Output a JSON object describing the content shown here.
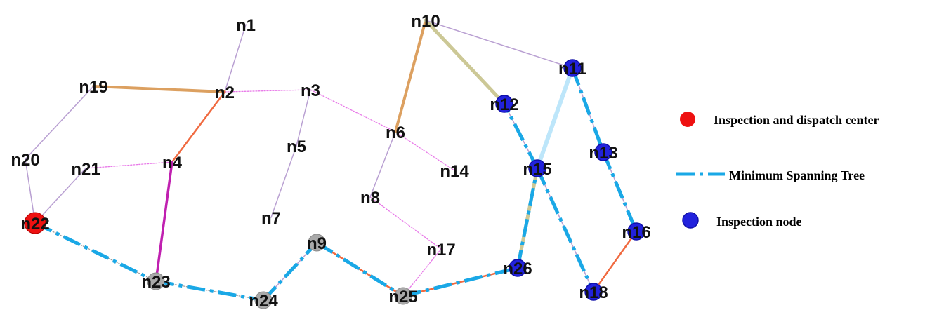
{
  "nodes": [
    {
      "id": "n1",
      "label": "n1",
      "type": "plain"
    },
    {
      "id": "n2",
      "label": "n2",
      "type": "plain"
    },
    {
      "id": "n3",
      "label": "n3",
      "type": "plain"
    },
    {
      "id": "n4",
      "label": "n4",
      "type": "plain"
    },
    {
      "id": "n5",
      "label": "n5",
      "type": "plain"
    },
    {
      "id": "n6",
      "label": "n6",
      "type": "plain"
    },
    {
      "id": "n7",
      "label": "n7",
      "type": "plain"
    },
    {
      "id": "n8",
      "label": "n8",
      "type": "plain"
    },
    {
      "id": "n9",
      "label": "n9",
      "type": "gray"
    },
    {
      "id": "n10",
      "label": "n10",
      "type": "plain"
    },
    {
      "id": "n11",
      "label": "n11",
      "type": "inspection"
    },
    {
      "id": "n12",
      "label": "n12",
      "type": "inspection"
    },
    {
      "id": "n13",
      "label": "n13",
      "type": "inspection"
    },
    {
      "id": "n14",
      "label": "n14",
      "type": "plain"
    },
    {
      "id": "n15",
      "label": "n15",
      "type": "inspection"
    },
    {
      "id": "n16",
      "label": "n16",
      "type": "inspection"
    },
    {
      "id": "n17",
      "label": "n17",
      "type": "plain"
    },
    {
      "id": "n18",
      "label": "n18",
      "type": "inspection"
    },
    {
      "id": "n19",
      "label": "n19",
      "type": "plain"
    },
    {
      "id": "n20",
      "label": "n20",
      "type": "plain"
    },
    {
      "id": "n21",
      "label": "n21",
      "type": "plain"
    },
    {
      "id": "n22",
      "label": "n22",
      "type": "center"
    },
    {
      "id": "n23",
      "label": "n23",
      "type": "gray"
    },
    {
      "id": "n24",
      "label": "n24",
      "type": "gray"
    },
    {
      "id": "n25",
      "label": "n25",
      "type": "gray"
    },
    {
      "id": "n26",
      "label": "n26",
      "type": "inspection"
    }
  ],
  "edges": [
    {
      "from": "n1",
      "to": "n2",
      "style": "thin-purple"
    },
    {
      "from": "n19",
      "to": "n2",
      "style": "tan"
    },
    {
      "from": "n2",
      "to": "n3",
      "style": "dotted-pink"
    },
    {
      "from": "n3",
      "to": "n6",
      "style": "dotted-pink"
    },
    {
      "from": "n3",
      "to": "n5",
      "style": "thin-purple"
    },
    {
      "from": "n5",
      "to": "n7",
      "style": "thin-purple"
    },
    {
      "from": "n2",
      "to": "n4",
      "style": "orange"
    },
    {
      "from": "n21",
      "to": "n4",
      "style": "dotted-pink"
    },
    {
      "from": "n4",
      "to": "n23",
      "style": "magenta"
    },
    {
      "from": "n19",
      "to": "n20",
      "style": "thin-purple"
    },
    {
      "from": "n20",
      "to": "n22",
      "style": "thin-purple"
    },
    {
      "from": "n21",
      "to": "n22",
      "style": "thin-purple"
    },
    {
      "from": "n22",
      "to": "n23",
      "style": "dotted-gray"
    },
    {
      "from": "n23",
      "to": "n24",
      "style": "dotted-gray"
    },
    {
      "from": "n24",
      "to": "n9",
      "style": "thin-purple"
    },
    {
      "from": "n9",
      "to": "n25",
      "style": "orange"
    },
    {
      "from": "n25",
      "to": "n26",
      "style": "orange"
    },
    {
      "from": "n8",
      "to": "n17",
      "style": "dotted-pink"
    },
    {
      "from": "n17",
      "to": "n25",
      "style": "dotted-pink"
    },
    {
      "from": "n6",
      "to": "n8",
      "style": "thin-purple"
    },
    {
      "from": "n6",
      "to": "n14",
      "style": "dotted-pink"
    },
    {
      "from": "n10",
      "to": "n6",
      "style": "tan"
    },
    {
      "from": "n10",
      "to": "n12",
      "style": "olive"
    },
    {
      "from": "n10",
      "to": "n11",
      "style": "thin-purple"
    },
    {
      "from": "n11",
      "to": "n15",
      "style": "light-blue"
    },
    {
      "from": "n15",
      "to": "n26",
      "style": "olive"
    },
    {
      "from": "n11",
      "to": "n13",
      "style": "thin-purple"
    },
    {
      "from": "n13",
      "to": "n16",
      "style": "thin-purple"
    },
    {
      "from": "n12",
      "to": "n15",
      "style": "thin-purple"
    },
    {
      "from": "n15",
      "to": "n18",
      "style": "thin-purple"
    },
    {
      "from": "n16",
      "to": "n18",
      "style": "orange"
    }
  ],
  "mst_path": [
    "n22",
    "n23",
    "n24",
    "n9",
    "n25",
    "n26",
    "n15",
    "n12"
  ],
  "mst_extra": [
    [
      "n11",
      "n13"
    ],
    [
      "n13",
      "n16"
    ],
    [
      "n15",
      "n18"
    ]
  ],
  "legend": [
    {
      "key": "center",
      "label": "Inspection and dispatch center"
    },
    {
      "key": "mst",
      "label": "Minimum Spanning Tree"
    },
    {
      "key": "inspection",
      "label": "Inspection node"
    }
  ],
  "colors": {
    "center": "#ee1111",
    "inspection": "#2222dd",
    "inspection_dark": "#1010a8",
    "gray_node": "#a9a9a9",
    "mst": "#1aa8e6",
    "thin_purple": "#b9a0d2",
    "dotted_pink": "#e878e8",
    "dotted_gray": "#9a9a9a",
    "tan": "#dca060",
    "orange": "#f06a40",
    "magenta": "#c020b0",
    "olive": "#ccc896",
    "light_blue": "#bde6fa"
  }
}
